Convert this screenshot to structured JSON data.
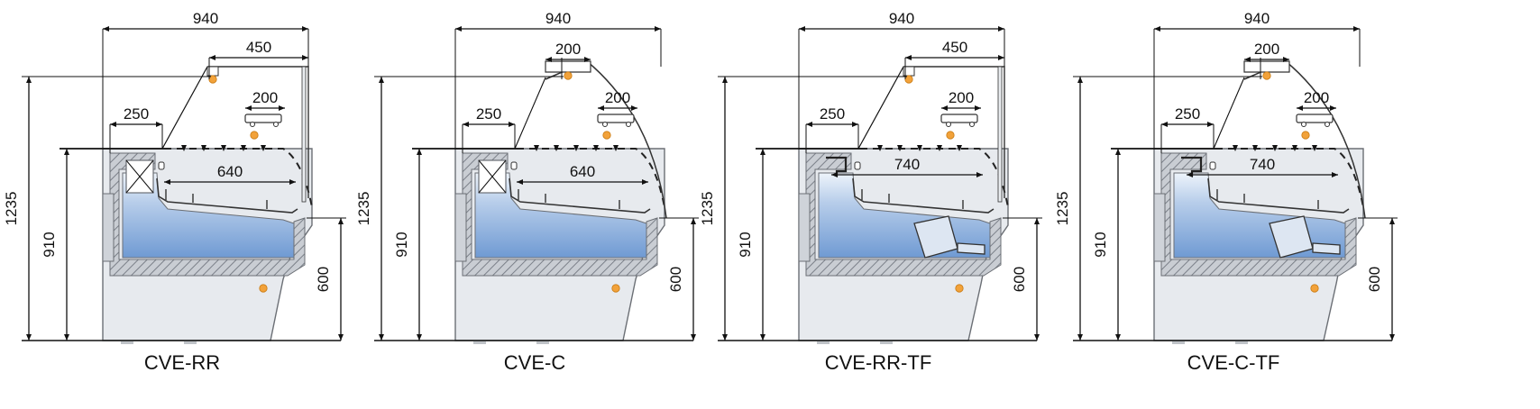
{
  "colors": {
    "cabinet": "#e7eaee",
    "cabinet_stroke": "#6b6f75",
    "insulation": "#b9bec6",
    "well_top": "#eef4fb",
    "well_bottom": "#6f9ad3",
    "lamp": "#f2a23a",
    "dim_line": "#111111"
  },
  "units": [
    {
      "model": "CVE-RR",
      "glass": "straight",
      "variant": "standard",
      "dims": {
        "overall_width": "940",
        "top_depth": "450",
        "ledge": "250",
        "shelf": "200",
        "well": "640",
        "overall_height": "1235",
        "counter_height": "910",
        "base_height": "600"
      }
    },
    {
      "model": "CVE-C",
      "glass": "curved",
      "variant": "standard",
      "dims": {
        "overall_width": "940",
        "top_depth": "200",
        "ledge": "250",
        "shelf": "200",
        "well": "640",
        "overall_height": "1235",
        "counter_height": "910",
        "base_height": "600"
      }
    },
    {
      "model": "CVE-RR-TF",
      "glass": "straight",
      "variant": "tf",
      "dims": {
        "overall_width": "940",
        "top_depth": "450",
        "ledge": "250",
        "shelf": "200",
        "well": "740",
        "overall_height": "1235",
        "counter_height": "910",
        "base_height": "600"
      }
    },
    {
      "model": "CVE-C-TF",
      "glass": "curved",
      "variant": "tf",
      "dims": {
        "overall_width": "940",
        "top_depth": "200",
        "ledge": "250",
        "shelf": "200",
        "well": "740",
        "overall_height": "1235",
        "counter_height": "910",
        "base_height": "600"
      }
    }
  ]
}
